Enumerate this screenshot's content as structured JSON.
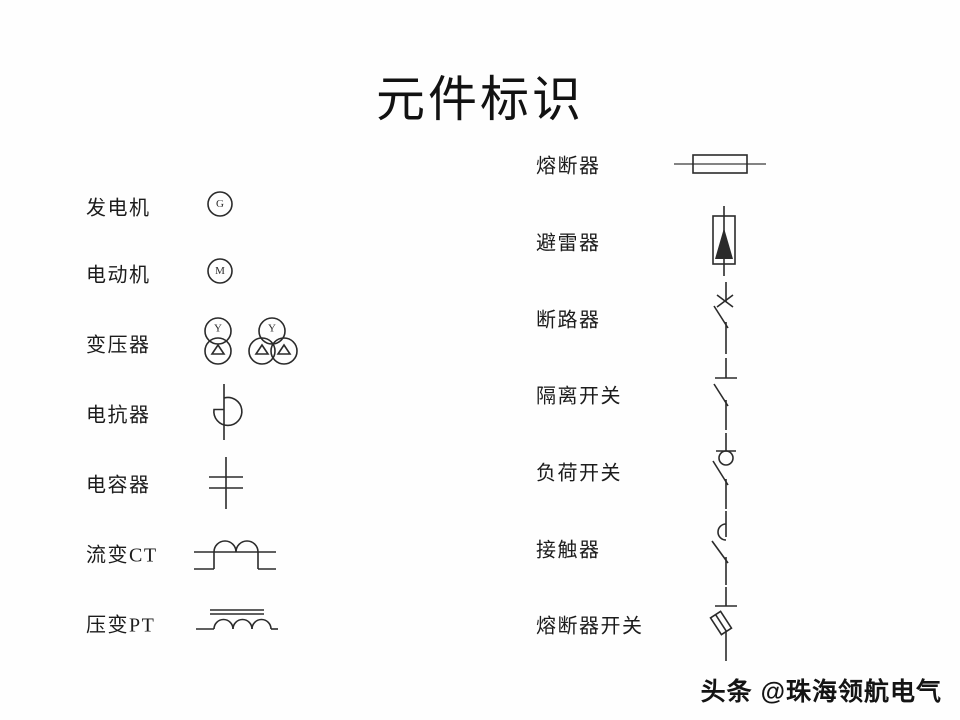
{
  "slide": {
    "title": "元件标识",
    "background_color": "#fefefe",
    "ink_color": "#2b2b2b"
  },
  "left_column": [
    {
      "label": "发电机",
      "symbol": "generator-circle-g",
      "glyph": "G"
    },
    {
      "label": "电动机",
      "symbol": "motor-circle-m",
      "glyph": "M"
    },
    {
      "label": "变压器",
      "symbol": "transformer-two-winding-and-three-winding",
      "glyph_top": "Y",
      "glyph_bottom": "△"
    },
    {
      "label": "电抗器",
      "symbol": "reactor-arc",
      "glyph": ""
    },
    {
      "label": "电容器",
      "symbol": "capacitor-plates",
      "glyph": ""
    },
    {
      "label": "流变CT",
      "symbol": "current-transformer-two-coils",
      "glyph": ""
    },
    {
      "label": "压变PT",
      "symbol": "voltage-transformer-three-coils",
      "glyph": ""
    }
  ],
  "right_column": [
    {
      "label": "熔断器",
      "symbol": "fuse-rectangle"
    },
    {
      "label": "避雷器",
      "symbol": "surge-arrester-box-arrow"
    },
    {
      "label": "断路器",
      "symbol": "circuit-breaker-cross"
    },
    {
      "label": "隔离开关",
      "symbol": "disconnector-blade"
    },
    {
      "label": "负荷开关",
      "symbol": "load-switch-circle-blade"
    },
    {
      "label": "接触器",
      "symbol": "contactor-halfcircle-blade"
    },
    {
      "label": "熔断器开关",
      "symbol": "fuse-switch-blade"
    }
  ],
  "watermark": {
    "text": "头条 @珠海领航电气"
  }
}
